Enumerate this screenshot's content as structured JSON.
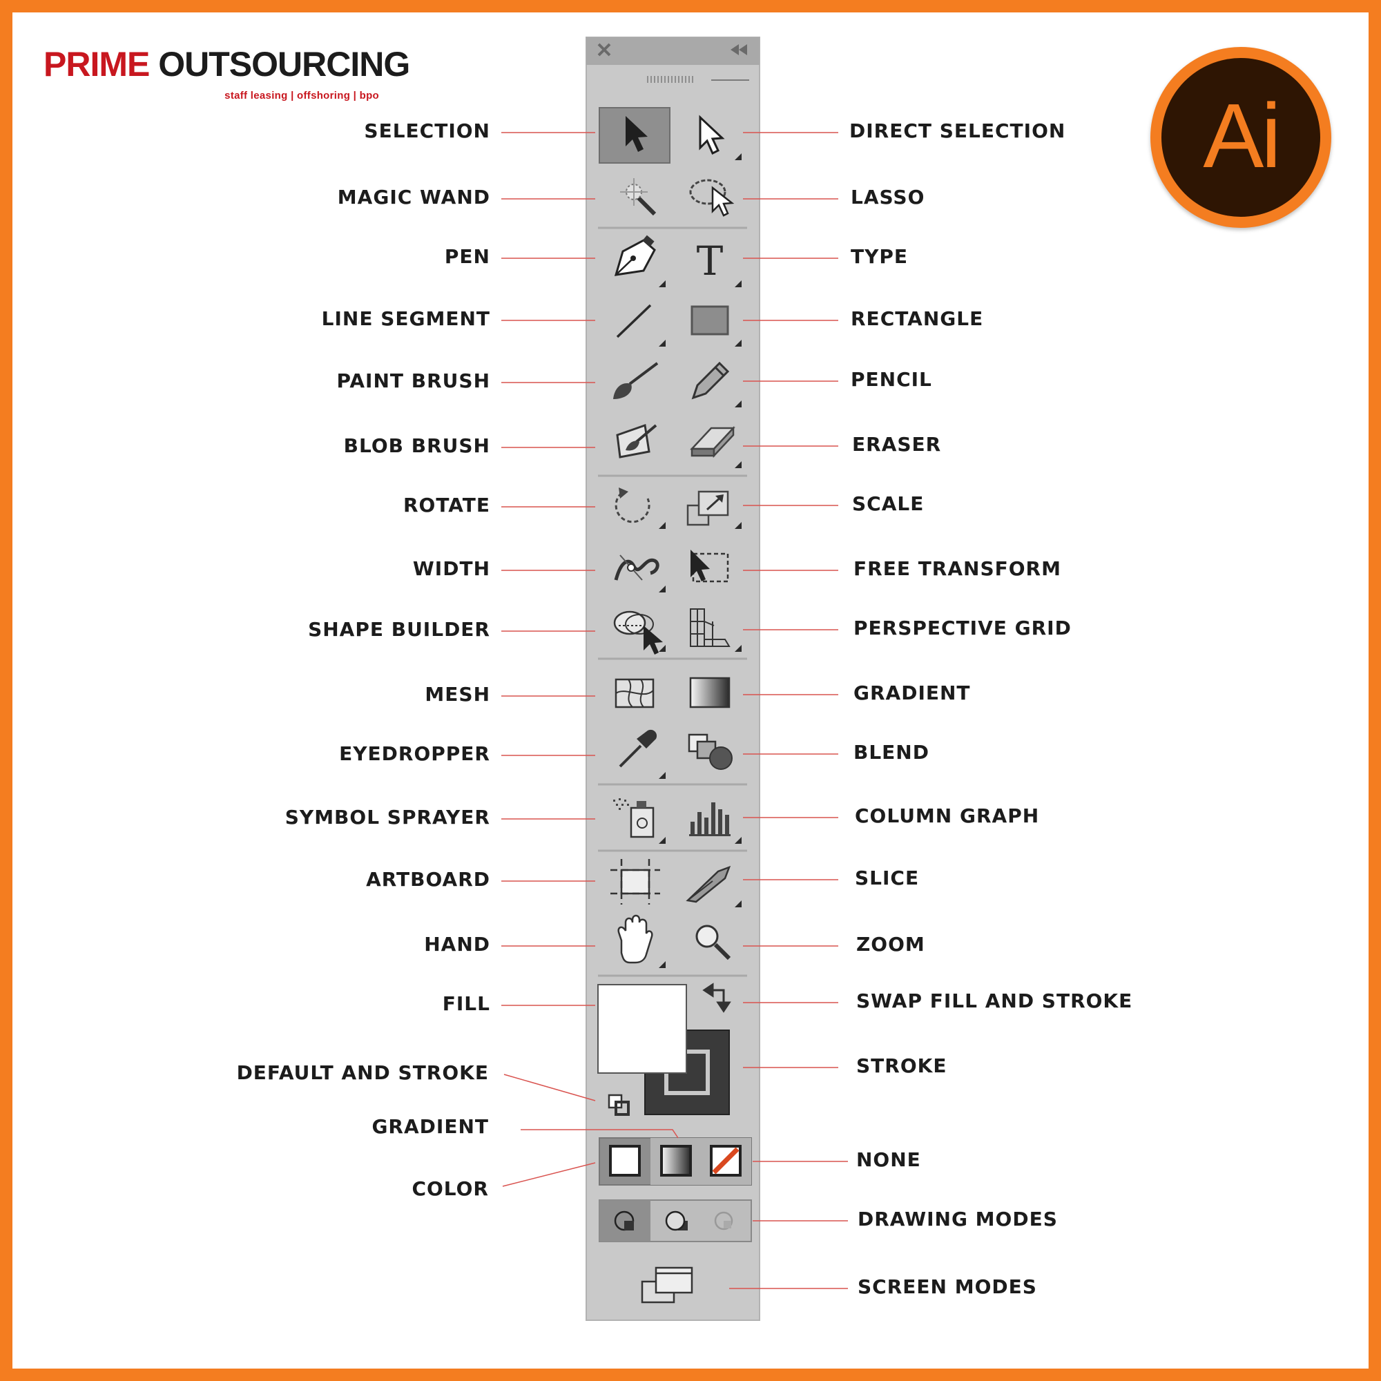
{
  "logo": {
    "brand_part1": "PRIME",
    "brand_part2": "OUTSOURCING",
    "tagline": "staff leasing | offshoring | bpo"
  },
  "app_icon": {
    "text": "Ai"
  },
  "colors": {
    "frame": "#f47d20",
    "leader_line": "#d9534f",
    "panel": "#c9c9c9",
    "stroke_box": "#3a3a3a"
  },
  "labels": {
    "left": [
      {
        "id": "selection",
        "text": "SELECTION",
        "icon": "selection-arrow-icon"
      },
      {
        "id": "magic-wand",
        "text": "MAGIC WAND",
        "icon": "magic-wand-icon"
      },
      {
        "id": "pen",
        "text": "PEN",
        "icon": "pen-icon"
      },
      {
        "id": "line-segment",
        "text": "LINE SEGMENT",
        "icon": "line-segment-icon"
      },
      {
        "id": "paint-brush",
        "text": "PAINT BRUSH",
        "icon": "paint-brush-icon"
      },
      {
        "id": "blob-brush",
        "text": "BLOB BRUSH",
        "icon": "blob-brush-icon"
      },
      {
        "id": "rotate",
        "text": "ROTATE",
        "icon": "rotate-icon"
      },
      {
        "id": "width",
        "text": "WIDTH",
        "icon": "width-icon"
      },
      {
        "id": "shape-builder",
        "text": "SHAPE BUILDER",
        "icon": "shape-builder-icon"
      },
      {
        "id": "mesh",
        "text": "MESH",
        "icon": "mesh-icon"
      },
      {
        "id": "eyedropper",
        "text": "EYEDROPPER",
        "icon": "eyedropper-icon"
      },
      {
        "id": "symbol-sprayer",
        "text": "SYMBOL SPRAYER",
        "icon": "symbol-sprayer-icon"
      },
      {
        "id": "artboard",
        "text": "ARTBOARD",
        "icon": "artboard-icon"
      },
      {
        "id": "hand",
        "text": "HAND",
        "icon": "hand-icon"
      },
      {
        "id": "fill",
        "text": "FILL",
        "icon": "fill-swatch"
      },
      {
        "id": "default-and-stroke",
        "text": "DEFAULT AND STROKE",
        "icon": "default-colors-icon"
      },
      {
        "id": "gradient-mode",
        "text": "GRADIENT",
        "icon": "gradient-mode-icon"
      },
      {
        "id": "color-mode",
        "text": "COLOR",
        "icon": "color-mode-icon"
      }
    ],
    "right": [
      {
        "id": "direct-selection",
        "text": "DIRECT SELECTION",
        "icon": "direct-selection-arrow-icon"
      },
      {
        "id": "lasso",
        "text": "LASSO",
        "icon": "lasso-icon"
      },
      {
        "id": "type",
        "text": "TYPE",
        "icon": "type-icon"
      },
      {
        "id": "rectangle",
        "text": "RECTANGLE",
        "icon": "rectangle-icon"
      },
      {
        "id": "pencil",
        "text": "PENCIL",
        "icon": "pencil-icon"
      },
      {
        "id": "eraser",
        "text": "ERASER",
        "icon": "eraser-icon"
      },
      {
        "id": "scale",
        "text": "SCALE",
        "icon": "scale-icon"
      },
      {
        "id": "free-transform",
        "text": "FREE TRANSFORM",
        "icon": "free-transform-icon"
      },
      {
        "id": "perspective-grid",
        "text": "PERSPECTIVE GRID",
        "icon": "perspective-grid-icon"
      },
      {
        "id": "gradient",
        "text": "GRADIENT",
        "icon": "gradient-icon"
      },
      {
        "id": "blend",
        "text": "BLEND",
        "icon": "blend-icon"
      },
      {
        "id": "column-graph",
        "text": "COLUMN GRAPH",
        "icon": "column-graph-icon"
      },
      {
        "id": "slice",
        "text": "SLICE",
        "icon": "slice-icon"
      },
      {
        "id": "zoom",
        "text": "ZOOM",
        "icon": "zoom-icon"
      },
      {
        "id": "swap-fill-and-stroke",
        "text": "SWAP FILL AND STROKE",
        "icon": "swap-arrows-icon"
      },
      {
        "id": "stroke",
        "text": "STROKE",
        "icon": "stroke-swatch"
      },
      {
        "id": "none",
        "text": "NONE",
        "icon": "none-mode-icon"
      },
      {
        "id": "drawing-modes",
        "text": "DRAWING MODES",
        "icon": "drawing-modes-icon"
      },
      {
        "id": "screen-modes",
        "text": "SCREEN MODES",
        "icon": "screen-modes-icon"
      }
    ]
  }
}
